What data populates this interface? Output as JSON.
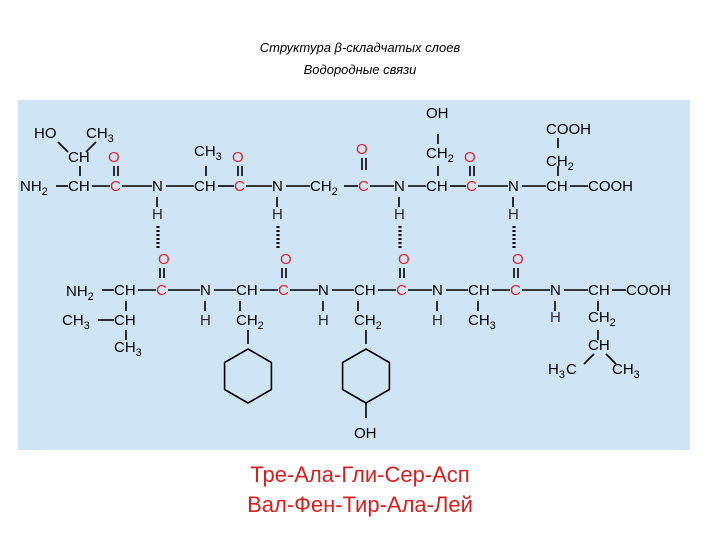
{
  "title": {
    "line1": "Структура β-складчатых слоев",
    "line2": "Водородные связи"
  },
  "sequences": {
    "top": "Тре-Ала-Гли-Сер-Асп",
    "bottom": "Вал-Фен-Тир-Ала-Лей"
  },
  "colors": {
    "panel_bg": "#cfe5f5",
    "atom_text": "#000000",
    "carbonyl": "#e0202a",
    "amide_h": "#2a2a2a",
    "sequence_text": "#d42020"
  },
  "atoms": {
    "ho": "HO",
    "oh": "OH",
    "ch": "CH",
    "ch2": "CH",
    "ch3": "CH",
    "nh2": "NH",
    "n": "N",
    "h": "H",
    "c": "C",
    "o": "O",
    "cooh": "COOH",
    "sub2": "2",
    "sub3": "3"
  }
}
